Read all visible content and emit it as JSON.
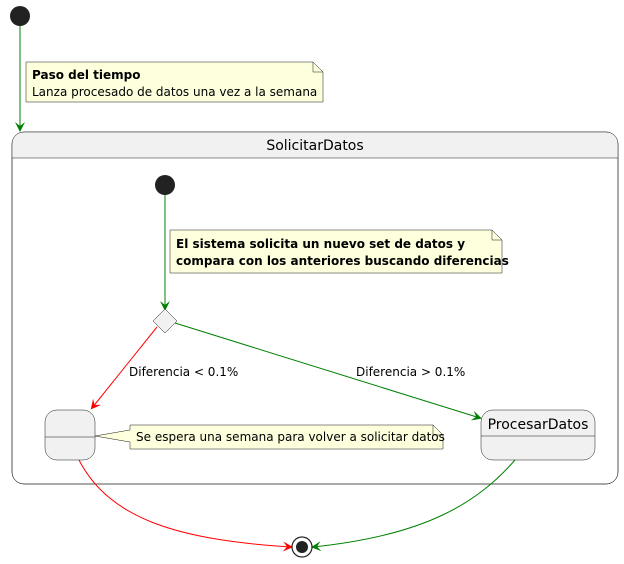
{
  "diagram": {
    "composite_state": {
      "title": "SolicitarDatos"
    },
    "states": {
      "wait": {
        "label": ""
      },
      "process": {
        "label": "ProcesarDatos"
      }
    },
    "notes": {
      "outer": {
        "line1": "Paso del tiempo",
        "line2": "Lanza procesado de datos una vez a la semana"
      },
      "inner": {
        "line1": "El sistema solicita un nuevo set de datos y",
        "line2": "compara con los anteriores buscando diferencias"
      },
      "wait": {
        "line1": "Se espera una semana para volver a solicitar datos"
      }
    },
    "transitions": {
      "low_diff": {
        "label": "Diferencia < 0.1%"
      },
      "high_diff": {
        "label": "Diferencia > 0.1%"
      }
    },
    "colors": {
      "green": "#008000",
      "red": "#FF0000",
      "node": "#222222",
      "note_bg": "#FEFFDD",
      "state_bg": "#F1F1F1"
    }
  }
}
